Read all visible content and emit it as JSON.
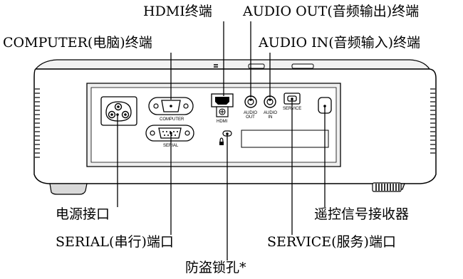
{
  "callouts": {
    "hdmi": "HDMI终端",
    "audio_out": "AUDIO OUT(音频输出)终端",
    "computer": "COMPUTER(电脑)终端",
    "audio_in": "AUDIO IN(音频输入)终端",
    "power": "电源接口",
    "remote": "遥控信号接收器",
    "serial": "SERIAL(串行)端口",
    "service": "SERVICE(服务)端口",
    "lock": "防盗锁孔*"
  },
  "port_labels": {
    "computer": "COMPUTER",
    "serial": "SERIAL",
    "hdmi": "HDMI",
    "audio_out": "AUDIO\nOUT",
    "audio_in": "AUDIO\nIN",
    "service": "SERVICE"
  },
  "colors": {
    "body": "#ffffff",
    "panel": "#e8e8e8",
    "line": "#000000"
  }
}
